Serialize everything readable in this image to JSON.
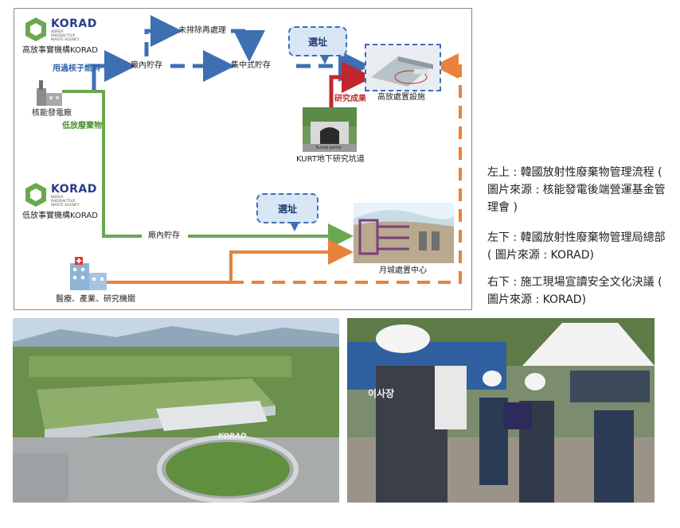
{
  "diagram": {
    "korad_high": {
      "name": "KORAD",
      "sub": "KOREA RADIOACTIVE WASTE AGENCY",
      "label": "高放事實機構KORAD"
    },
    "korad_low": {
      "name": "KORAD",
      "sub": "KOREA RADIOACTIVE WASTE AGENCY",
      "label": "低放事實機構KORAD"
    },
    "nodes": {
      "spent_fuel": "用過核子燃料",
      "nuclear_plant": "核能發電廠",
      "low_waste": "低放廢棄物",
      "onsite_storage_1": "廠內貯存",
      "unreprocessed": "未排除再處理",
      "central_storage": "集中式貯存",
      "high_disposal": "高放處置設施",
      "research_result": "研究成果",
      "kurt": "KURT地下研究坑道",
      "tunnel_portal": "Tunnel portal",
      "onsite_storage_2": "廠內貯存",
      "wolsong": "月城處置中心",
      "medical": "醫療、產業、研究機關"
    },
    "bubbles": {
      "site_select_1": "選址",
      "site_select_2": "選址"
    },
    "colors": {
      "blue": "#3e6fb3",
      "green": "#6aa84f",
      "orange": "#e8823a",
      "red": "#c0282d"
    }
  },
  "captions": {
    "top_left": "左上 : 韓國放射性廢棄物管理流程 ( 圖片來源 : 核能發電後端營運基金管理會 )",
    "bottom_left": "左下 : 韓國放射性廢棄物管理局總部 ( 圖片來源 : KORAD)",
    "bottom_right": "右下 : 施工現場宣讀安全文化決議 ( 圖片來源 : KORAD)"
  },
  "photos": {
    "headquarters_sign": "KORAD",
    "vest_label": "이사장"
  }
}
